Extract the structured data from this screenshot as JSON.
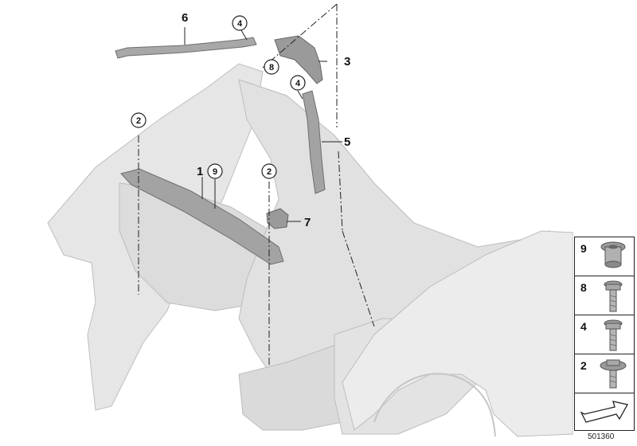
{
  "callouts": {
    "c1": "1",
    "c2a": "2",
    "c2b": "2",
    "c3": "3",
    "c4a": "4",
    "c4b": "4",
    "c5": "5",
    "c6": "6",
    "c7": "7",
    "c8": "8",
    "c9": "9"
  },
  "legend": {
    "items": [
      {
        "number": "9",
        "part": "bushing-icon"
      },
      {
        "number": "8",
        "part": "bolt-icon"
      },
      {
        "number": "4",
        "part": "bolt-icon"
      },
      {
        "number": "2",
        "part": "flange-bolt-icon"
      }
    ]
  },
  "diagram_id": "501360",
  "colors": {
    "body": "#e4e4e4",
    "outline": "#b8b8b8",
    "part": "#9c9c9c",
    "line": "#222222"
  }
}
